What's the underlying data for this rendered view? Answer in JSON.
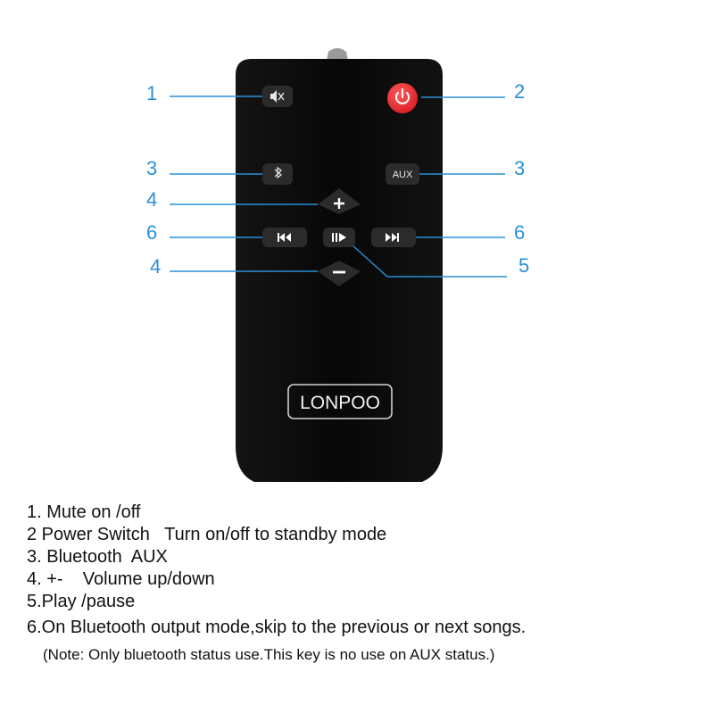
{
  "remote": {
    "brand": "LONPOO",
    "aux_label": "AUX",
    "colors": {
      "body": "#0b0b0b",
      "button": "#2a2a2a",
      "power": "#e8262b",
      "callout": "#2a8fd8"
    },
    "icons": [
      "mute-icon",
      "power-icon",
      "bluetooth-icon",
      "plus-icon",
      "minus-icon",
      "previous-icon",
      "play-pause-icon",
      "next-icon"
    ]
  },
  "callouts": {
    "mute": "1",
    "power": "2",
    "bluetooth": "3",
    "aux": "3",
    "volume_up": "4",
    "volume_down": "4",
    "previous": "6",
    "next": "6",
    "play_pause": "5"
  },
  "descriptions": {
    "line1": "1. Mute on /off",
    "line2": "2 Power Switch   Turn on/off to standby mode",
    "line3": "3. Bluetooth  AUX",
    "line4": "4. +-    Volume up/down",
    "line5": "5.Play /pause",
    "line6": "6.On Bluetooth output mode,skip to the previous or next songs.",
    "note": "(Note: Only bluetooth status use.This key is no use on AUX status.)"
  }
}
